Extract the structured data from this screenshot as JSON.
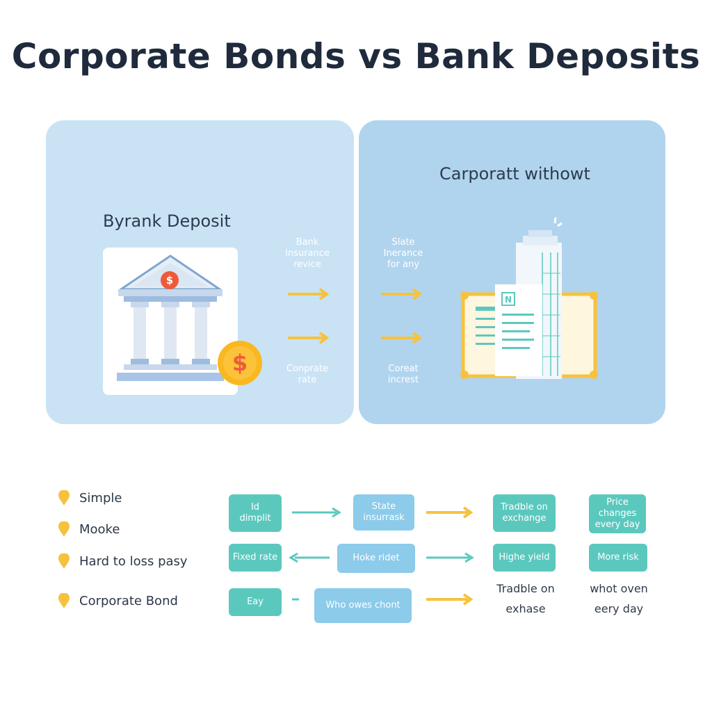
{
  "title": "Corporate Bonds vs Bank Deposits",
  "left_panel": {
    "heading": "Byrank Deposit",
    "label_top": "Bank\nInsurance\nrevice",
    "label_bottom": "Conprate\nrate",
    "coin_symbol": "$",
    "icon": "bank-building-icon"
  },
  "right_panel": {
    "heading": "Carporatt withowt",
    "label_top": "Slate\nInerance\nfor any",
    "label_bottom": "Coreat\nincrest",
    "icon": "corporate-building-bond-icon"
  },
  "legend": [
    {
      "label": "Simple",
      "icon": "pin-icon"
    },
    {
      "label": "Mooke",
      "icon": "pin-icon"
    },
    {
      "label": "Hard to loss pasy",
      "icon": "pin-icon"
    },
    {
      "label": "Corporate Bond",
      "icon": "pin-icon"
    }
  ],
  "flow": {
    "row1": [
      "Id\ndimplit",
      "State\ninsurrask",
      "Tradble on\nexchange",
      "Price\nchanges\nevery day"
    ],
    "row2": [
      "Fixed rate",
      "Hoke ridet",
      "Highe yield",
      "More risk"
    ],
    "row3": [
      "Eay",
      "Who owes chont"
    ],
    "row3_text": [
      "Tradble on\nexhase",
      "whot oven\neery day"
    ]
  },
  "colors": {
    "teal": "#5bc8be",
    "light_blue": "#8ccbea",
    "arrow_yellow": "#f6c23e",
    "arrow_teal": "#5bc8be",
    "coin_orange": "#f9b820",
    "badge_red": "#ef5b3a"
  }
}
